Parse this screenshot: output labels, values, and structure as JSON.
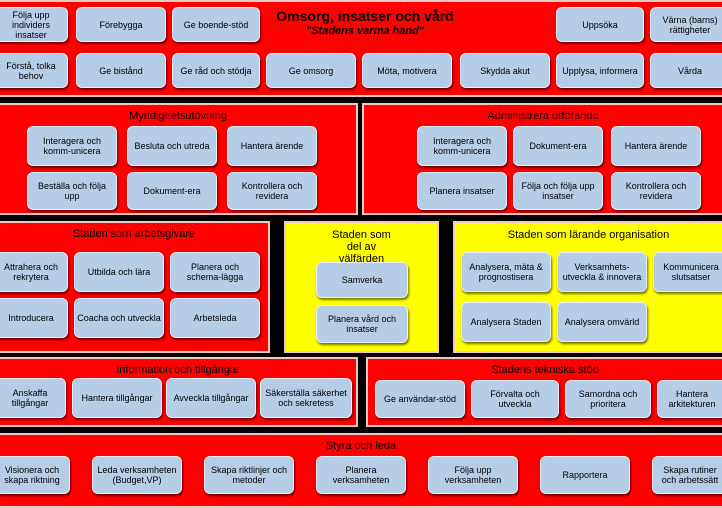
{
  "header": {
    "title": "Omsorg, insatser och vård",
    "subtitle": "\"Stadens varma hand\"",
    "row1": [
      "Följa upp individers insatser",
      "Förebygga",
      "Ge boende-stöd",
      "Uppsöka",
      "Värna (barns) rättigheter"
    ],
    "row2": [
      "Förstå, tolka behov",
      "Ge bistånd",
      "Ge råd och stödja",
      "Ge omsorg",
      "Möta, motivera",
      "Skydda akut",
      "Upplysa, informera",
      "Vårda"
    ]
  },
  "myndighet": {
    "title": "Myndighetsutövning",
    "items": [
      "Interagera och komm-unicera",
      "Besluta och utreda",
      "Hantera ärende",
      "Beställa och följa upp",
      "Dokument-era",
      "Kontrollera och revidera"
    ]
  },
  "administrera": {
    "title": "Administrera utförande",
    "items": [
      "Interagera och komm-unicera",
      "Dokument-era",
      "Hantera ärende",
      "Planera insatser",
      "Följa och följa upp insatser",
      "Kontrollera och revidera"
    ]
  },
  "arbetsgivare": {
    "title": "Staden som arbetsgivare",
    "items": [
      "Attrahera och rekrytera",
      "Utbilda och lära",
      "Planera och schema-lägga",
      "Introducera",
      "Coacha och utveckla",
      "Arbetsleda"
    ]
  },
  "valfard": {
    "title": "Staden som del av välfärden",
    "items": [
      "Samverka",
      "Planera vård och insatser"
    ]
  },
  "larande": {
    "title": "Staden som lärande organisation",
    "items": [
      "Analysera, mäta & prognostisera",
      "Verksamhets-utveckla & innovera",
      "Kommunicera slutsatser",
      "Analysera Staden",
      "Analysera omvärld"
    ]
  },
  "information": {
    "title": "Information och tillgångar",
    "items": [
      "Anskaffa tillgångar",
      "Hantera tillgångar",
      "Avveckla tillgångar",
      "Säkerställa säkerhet och sekretess"
    ]
  },
  "tekniska": {
    "title": "Stadens tekniska stöd",
    "items": [
      "Ge användar-stöd",
      "Förvalta och utveckla",
      "Samordna och prioritera",
      "Hantera arkitekturen"
    ]
  },
  "styra": {
    "title": "Styra och leda",
    "items": [
      "Visionera och skapa riktning",
      "Leda verksamheten (Budget,VP)",
      "Skapa riktlinjer och metoder",
      "Planera verksamheten",
      "Följa upp verksamheten",
      "Rapportera",
      "Skapa rutiner och arbetssätt"
    ]
  },
  "colors": {
    "panel": "#ff0000",
    "panel_alt": "#ffff00",
    "box": "#b6cde7",
    "background": "#000000"
  }
}
